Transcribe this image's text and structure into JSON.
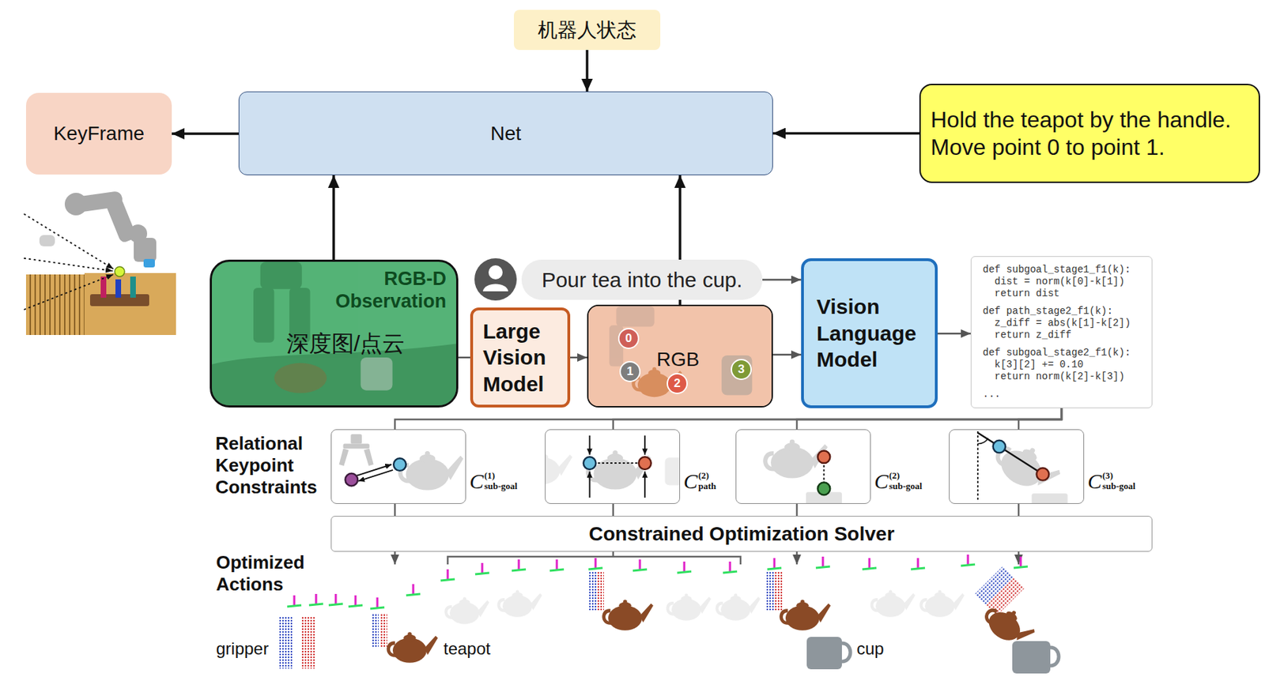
{
  "diagram": {
    "nodes": [
      {
        "text": [
          "机器人状态"
        ]
      },
      {
        "text": [
          "KeyFrame"
        ]
      },
      {
        "text": [
          "Net"
        ]
      },
      {
        "text": [
          "Hold the teapot by the handle. Move point 0 to point 1."
        ]
      },
      {
        "text": [
          "RGB-D Observation",
          "深度图/点云"
        ]
      },
      {
        "text": [
          "Pour tea into the cup."
        ]
      },
      {
        "text": [
          "Large Vision Model"
        ]
      },
      {
        "text": [
          "RGB"
        ]
      },
      {
        "text": [
          "0"
        ],
        "in": 7
      },
      {
        "text": [
          "1"
        ],
        "in": 7
      },
      {
        "text": [
          "2"
        ],
        "in": 7
      },
      {
        "text": [
          "3"
        ],
        "in": 7
      },
      {
        "text": [
          "Vision Language Model"
        ]
      },
      {
        "text": [
          "def subgoal_stage1_f1(k):",
          "  dist = norm(k[0]-k[1])",
          "  return dist",
          "def path_stage2_f1(k):",
          "  z_diff = abs(k[1]-k[2])",
          "  return z_diff",
          "def subgoal_stage2_f1(k):",
          "  k[3][2] += 0.10",
          "  return norm(k[2]-k[3])",
          "..."
        ]
      },
      {
        "text": [
          "C",
          "(1)",
          "sub-goal"
        ]
      },
      {
        "text": [
          "C",
          "(2)",
          "path"
        ]
      },
      {
        "text": [
          "C",
          "(2)",
          "sub-goal"
        ]
      },
      {
        "text": [
          "C",
          "(3)",
          "sub-goal"
        ]
      },
      {
        "text": [
          "Constrained Optimization Solver"
        ]
      }
    ],
    "edges": [
      {
        "from": 0,
        "to": 2,
        "arrow": "to"
      },
      {
        "from": 2,
        "to": 1,
        "arrow": "to"
      },
      {
        "from": 3,
        "to": 2,
        "arrow": "to"
      },
      {
        "from": 4,
        "to": 2,
        "arrow": "to"
      },
      {
        "from": 7,
        "to": 2,
        "arrow": "to"
      },
      {
        "from": 4,
        "to": 6,
        "arrow": "none"
      },
      {
        "from": 6,
        "to": 7,
        "arrow": "to"
      },
      {
        "from": 5,
        "to": 12,
        "arrow": "to"
      },
      {
        "from": 7,
        "to": 12,
        "arrow": "to"
      },
      {
        "from": 12,
        "to": 13,
        "arrow": "to"
      },
      {
        "from": 13,
        "to": 14,
        "arrow": "none"
      },
      {
        "from": 13,
        "to": 15,
        "arrow": "none"
      },
      {
        "from": 13,
        "to": 16,
        "arrow": "none"
      },
      {
        "from": 13,
        "to": 17,
        "arrow": "none"
      },
      {
        "from": 14,
        "to": 18,
        "arrow": "none"
      },
      {
        "from": 15,
        "to": 18,
        "arrow": "none"
      },
      {
        "from": 16,
        "to": 18,
        "arrow": "none"
      },
      {
        "from": 17,
        "to": 18,
        "arrow": "none"
      }
    ],
    "labels": [
      "Relational Keypoint Constraints",
      "Optimized Actions",
      "gripper",
      "teapot",
      "cup"
    ]
  }
}
